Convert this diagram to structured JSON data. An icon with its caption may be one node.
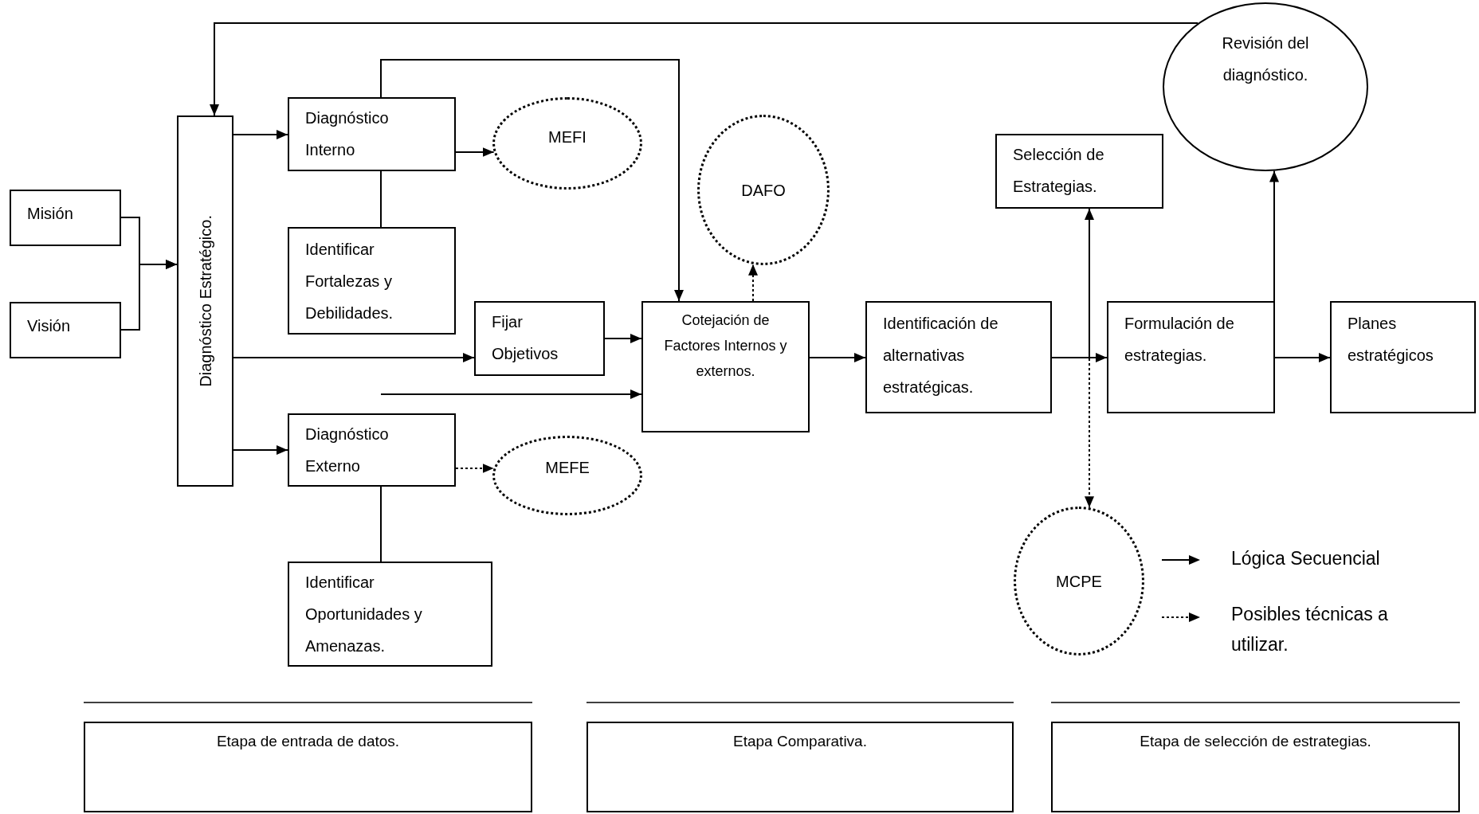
{
  "diagram": {
    "nodes": [
      {
        "text": [
          "Misión"
        ]
      },
      {
        "text": [
          "Visión"
        ]
      },
      {
        "text": [
          "Diagnóstico Estratégico."
        ]
      },
      {
        "text": [
          "Diagnóstico Interno"
        ]
      },
      {
        "text": [
          "MEFI"
        ]
      },
      {
        "text": [
          "Identificar Fortalezas y Debilidades."
        ]
      },
      {
        "text": [
          "Fijar Objetivos"
        ]
      },
      {
        "text": [
          "Cotejación de Factores Internos y externos."
        ]
      },
      {
        "text": [
          "DAFO"
        ]
      },
      {
        "text": [
          "Diagnóstico Externo"
        ]
      },
      {
        "text": [
          "MEFE"
        ]
      },
      {
        "text": [
          "Identificar Oportunidades y Amenazas."
        ]
      },
      {
        "text": [
          "Identificación de alternativas estratégicas."
        ]
      },
      {
        "text": [
          "Selección de Estrategias."
        ]
      },
      {
        "text": [
          "Revisión del diagnóstico."
        ]
      },
      {
        "text": [
          "Formulación de estrategias."
        ]
      },
      {
        "text": [
          "Planes estratégicos"
        ]
      },
      {
        "text": [
          "MCPE"
        ]
      },
      {
        "text": [
          "Etapa de entrada de datos."
        ]
      },
      {
        "text": [
          "Etapa Comparativa."
        ]
      },
      {
        "text": [
          "Etapa de selección de estrategias."
        ]
      }
    ],
    "edges": [
      {
        "from": 0,
        "to": 2,
        "arrow": "to"
      },
      {
        "from": 1,
        "to": 2,
        "arrow": "to"
      },
      {
        "from": 2,
        "to": 3,
        "arrow": "to"
      },
      {
        "from": 2,
        "to": 6,
        "arrow": "to"
      },
      {
        "from": 2,
        "to": 9,
        "arrow": "to"
      },
      {
        "from": 3,
        "to": 4,
        "arrow": "to"
      },
      {
        "from": 3,
        "to": 5,
        "arrow": "none"
      },
      {
        "from": 3,
        "to": 7,
        "arrow": "to"
      },
      {
        "from": 6,
        "to": 7,
        "arrow": "to"
      },
      {
        "from": null,
        "to": 7,
        "arrow": "to"
      },
      {
        "from": 9,
        "to": 10,
        "arrow": "to",
        "style": "dashed"
      },
      {
        "from": 9,
        "to": 11,
        "arrow": "none"
      },
      {
        "from": 7,
        "to": 8,
        "arrow": "to",
        "style": "dashed"
      },
      {
        "from": 7,
        "to": 12,
        "arrow": "to"
      },
      {
        "from": 12,
        "to": 15,
        "arrow": "to"
      },
      {
        "from": 12,
        "to": 13,
        "arrow": "to"
      },
      {
        "from": 12,
        "to": 17,
        "arrow": "to",
        "style": "dashed"
      },
      {
        "from": 15,
        "to": 14,
        "arrow": "to"
      },
      {
        "from": 15,
        "to": 16,
        "arrow": "to"
      },
      {
        "from": 14,
        "to": 2,
        "arrow": "to"
      }
    ],
    "legend": [
      {
        "text": "Lógica Secuencial"
      },
      {
        "text": "Posibles técnicas a utilizar."
      }
    ]
  }
}
